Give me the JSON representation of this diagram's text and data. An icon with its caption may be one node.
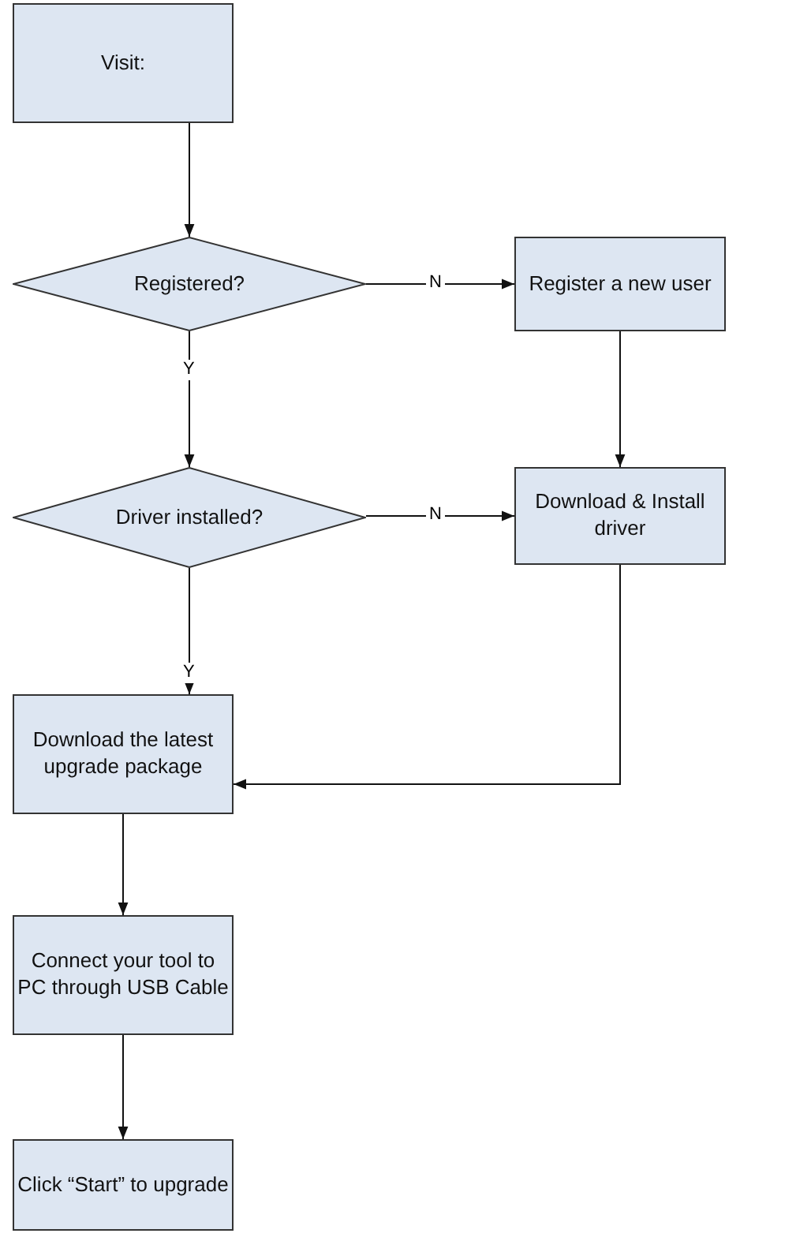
{
  "diagram": {
    "nodes": [
      {
        "text": [
          "Visit:"
        ]
      },
      {
        "text": [
          "Registered?"
        ]
      },
      {
        "text": [
          "Register a new user"
        ]
      },
      {
        "text": [
          "Driver installed?"
        ]
      },
      {
        "text": [
          "Download & Install driver"
        ]
      },
      {
        "text": [
          "Download the latest upgrade package"
        ]
      },
      {
        "text": [
          "Connect your tool to PC through USB Cable"
        ]
      },
      {
        "text": [
          "Click “Start” to upgrade"
        ]
      }
    ],
    "edges": [
      {
        "from": 0,
        "to": 1,
        "arrow": "to"
      },
      {
        "from": 1,
        "to": 2,
        "arrow": "to",
        "label": "N"
      },
      {
        "from": 1,
        "to": 3,
        "arrow": "to",
        "label": "Y"
      },
      {
        "from": 2,
        "to": 4,
        "arrow": "to"
      },
      {
        "from": 3,
        "to": 4,
        "arrow": "to",
        "label": "N"
      },
      {
        "from": 3,
        "to": 5,
        "arrow": "to",
        "label": "Y"
      },
      {
        "from": 4,
        "to": 5,
        "arrow": "to"
      },
      {
        "from": 5,
        "to": 6,
        "arrow": "to"
      },
      {
        "from": 6,
        "to": 7,
        "arrow": "to"
      }
    ]
  }
}
